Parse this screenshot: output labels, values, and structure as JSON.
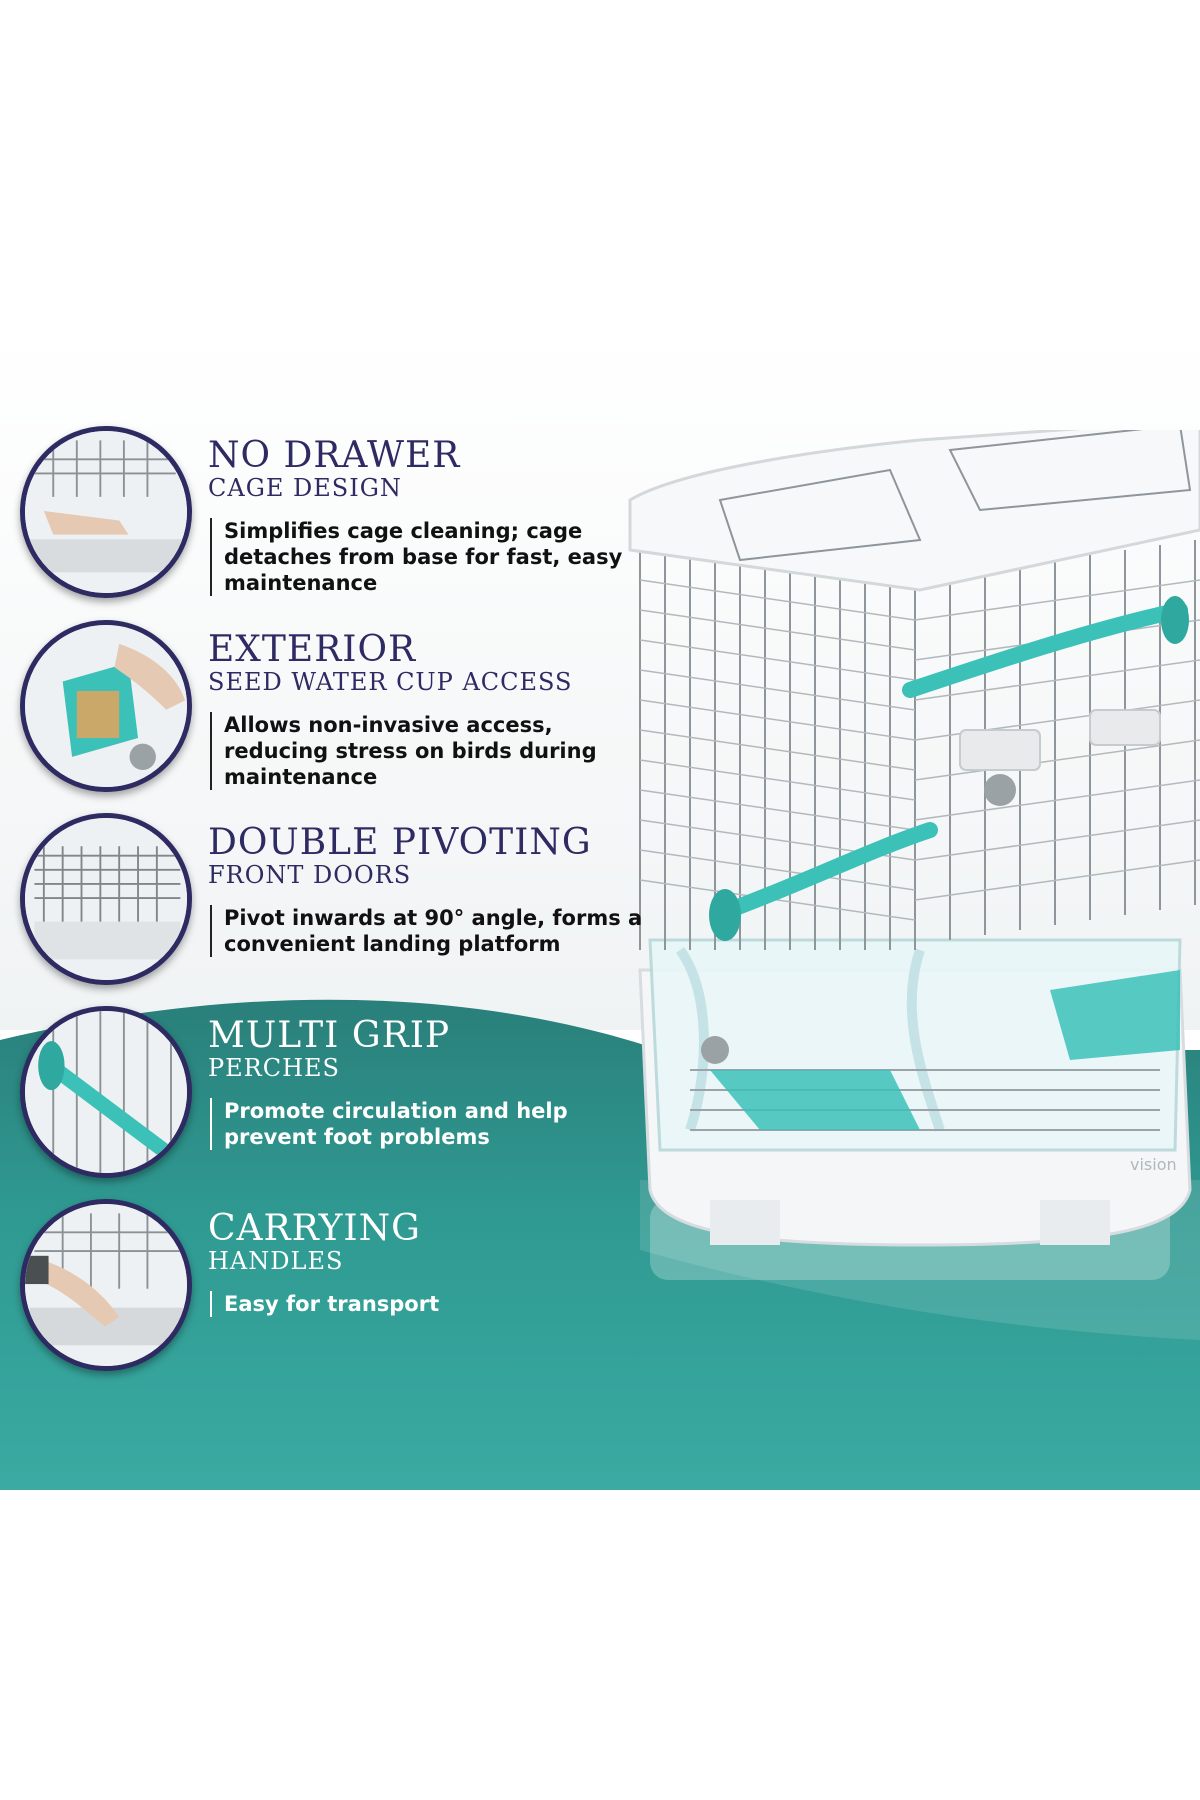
{
  "colors": {
    "title": "#2e2a62",
    "teal": "#2f8c86",
    "teal_dark": "#1f6a66",
    "accent": "#3cc1b8"
  },
  "features": [
    {
      "title": "NO DRAWER",
      "subtitle": "CAGE DESIGN",
      "description": "Simplifies cage cleaning; cage detaches from base for fast, easy maintenance",
      "icon": "cage-base-hand-icon"
    },
    {
      "title": "EXTERIOR",
      "subtitle": "SEED WATER CUP ACCESS",
      "description": "Allows non-invasive access, reducing stress on birds during maintenance",
      "icon": "seed-cup-icon"
    },
    {
      "title": "DOUBLE PIVOTING",
      "subtitle": "FRONT DOORS",
      "description": "Pivot inwards at 90° angle, forms a convenient landing platform",
      "icon": "pivot-doors-icon"
    },
    {
      "title": "MULTI GRIP",
      "subtitle": "PERCHES",
      "description": "Promote circulation and help prevent foot problems",
      "icon": "perch-icon"
    },
    {
      "title": "CARRYING",
      "subtitle": "HANDLES",
      "description": "Easy for transport",
      "icon": "carry-handle-icon"
    }
  ],
  "product": {
    "brand_mark": "vision"
  }
}
